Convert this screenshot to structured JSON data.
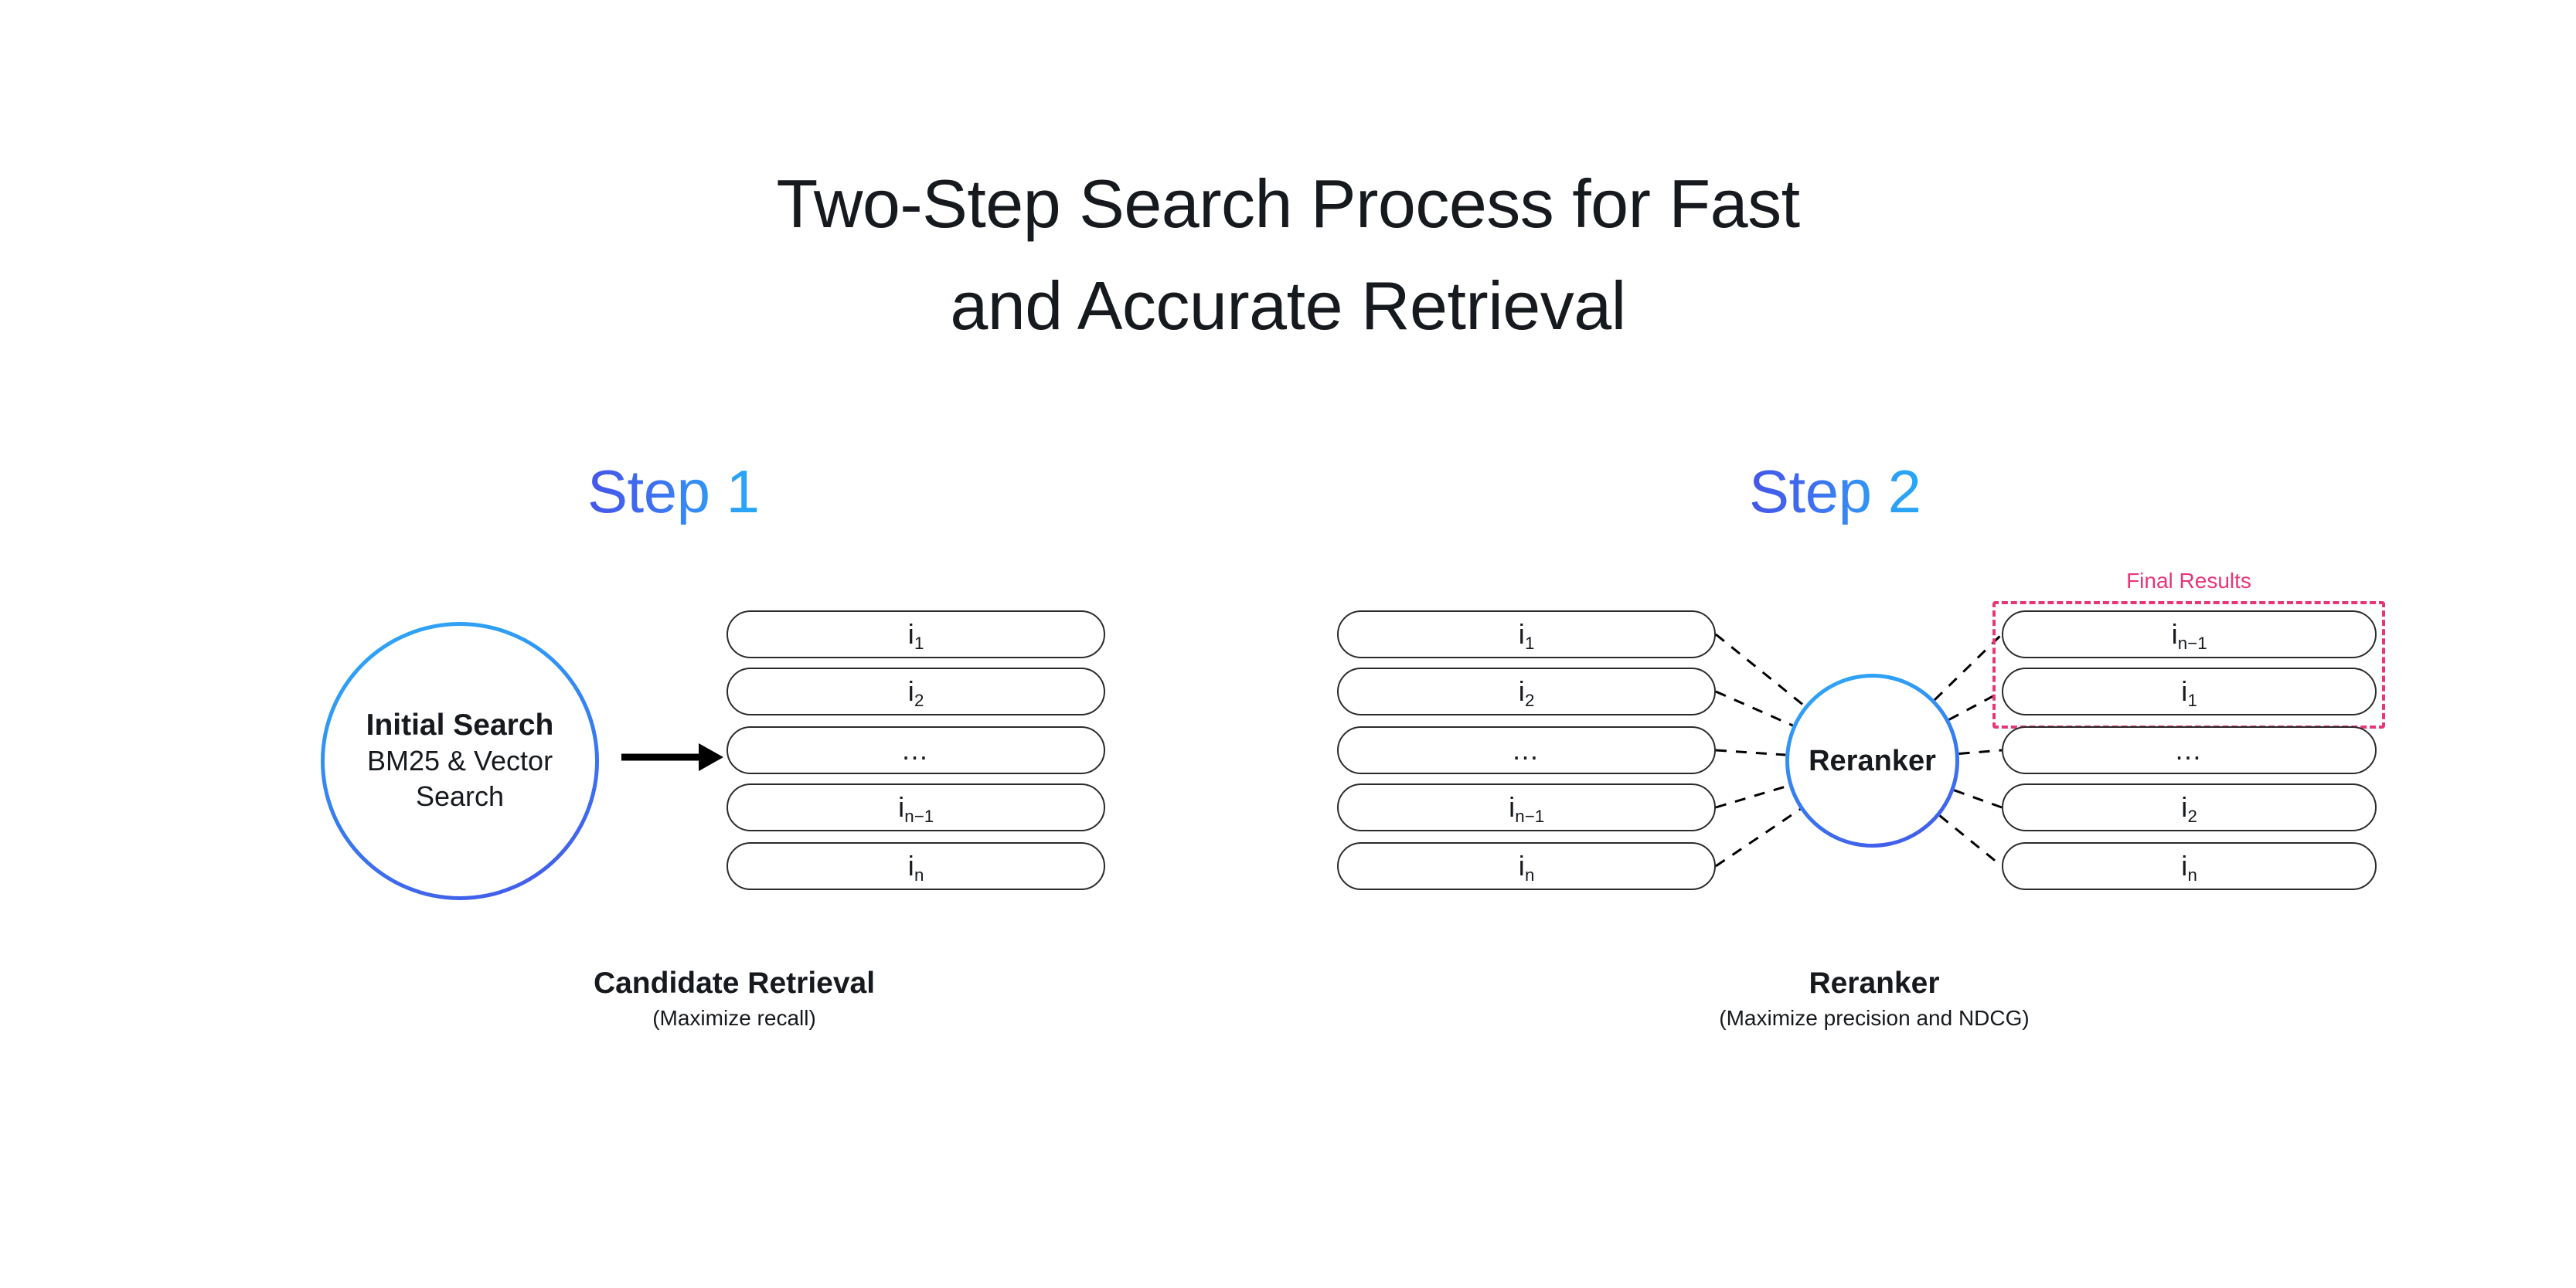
{
  "page": {
    "title_line1": "Two-Step Search Process for Fast",
    "title_line2": "and Accurate Retrieval",
    "title_full": "Two-Step Search Process for Fast\nand Accurate Retrieval",
    "background_color": "#ffffff"
  },
  "colors": {
    "accent_blue_dark": "#4556e8",
    "accent_blue_light": "#27a9f7",
    "accent_pink": "#e8357a",
    "text": "#16191d",
    "pill_border": "#2b2b2b"
  },
  "step1": {
    "label": "Step 1",
    "node": {
      "title": "Initial Search",
      "subtitle": "BM25 & Vector\nSearch"
    },
    "arrow_icon": "arrow-right-icon",
    "results": [
      {
        "base": "i",
        "sub": "1",
        "display": "i1",
        "is_ellipsis": false
      },
      {
        "base": "i",
        "sub": "2",
        "display": "i2",
        "is_ellipsis": false
      },
      {
        "base": "…",
        "sub": "",
        "display": "…",
        "is_ellipsis": true
      },
      {
        "base": "i",
        "sub": "n−1",
        "display": "in−1",
        "is_ellipsis": false
      },
      {
        "base": "i",
        "sub": "n",
        "display": "in",
        "is_ellipsis": false
      }
    ],
    "caption": {
      "title": "Candidate Retrieval",
      "subtitle": "(Maximize recall)"
    }
  },
  "step2": {
    "label": "Step 2",
    "node": {
      "title": "Reranker"
    },
    "inputs": [
      {
        "base": "i",
        "sub": "1",
        "display": "i1",
        "is_ellipsis": false
      },
      {
        "base": "i",
        "sub": "2",
        "display": "i2",
        "is_ellipsis": false
      },
      {
        "base": "…",
        "sub": "",
        "display": "…",
        "is_ellipsis": true
      },
      {
        "base": "i",
        "sub": "n−1",
        "display": "in−1",
        "is_ellipsis": false
      },
      {
        "base": "i",
        "sub": "n",
        "display": "in",
        "is_ellipsis": false
      }
    ],
    "outputs": [
      {
        "base": "i",
        "sub": "n−1",
        "display": "in−1",
        "is_ellipsis": false,
        "in_final_results": true
      },
      {
        "base": "i",
        "sub": "1",
        "display": "i1",
        "is_ellipsis": false,
        "in_final_results": true
      },
      {
        "base": "…",
        "sub": "",
        "display": "…",
        "is_ellipsis": true,
        "in_final_results": false
      },
      {
        "base": "i",
        "sub": "2",
        "display": "i2",
        "is_ellipsis": false,
        "in_final_results": false
      },
      {
        "base": "i",
        "sub": "n",
        "display": "in",
        "is_ellipsis": false,
        "in_final_results": false
      }
    ],
    "final_results_label": "Final Results",
    "caption": {
      "title": "Reranker",
      "subtitle": "(Maximize precision and NDCG)"
    }
  }
}
